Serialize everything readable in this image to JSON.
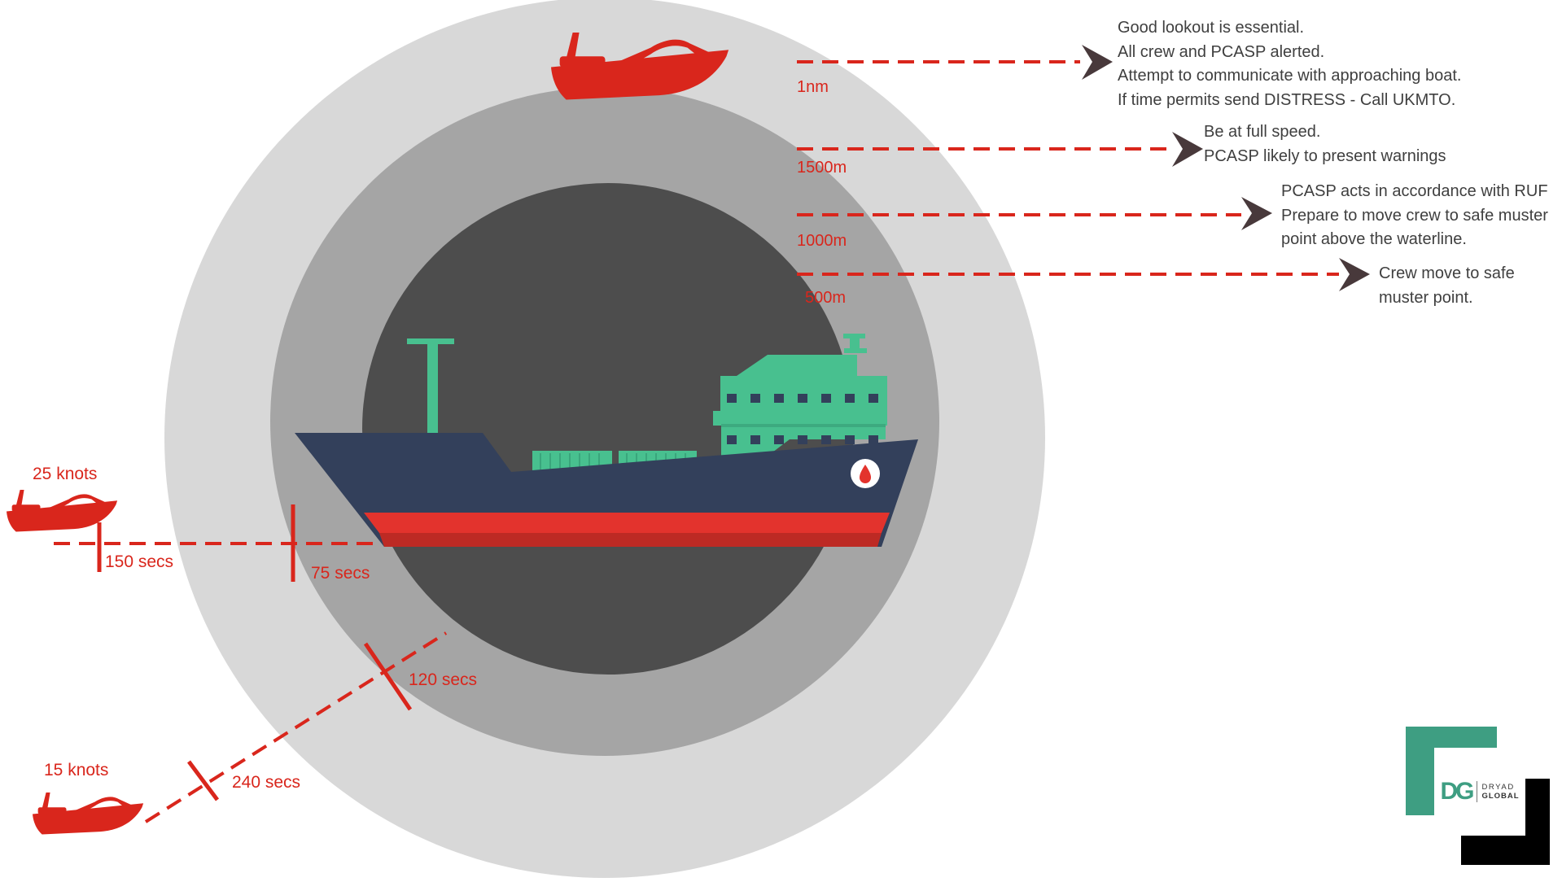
{
  "zones": {
    "nm1": "1nm",
    "m1500": "1500m",
    "m1000": "1000m",
    "m500": "500m"
  },
  "notes": {
    "nm1": [
      "Good lookout is essential.",
      "All crew and PCASP alerted.",
      "Attempt to communicate with approaching boat.",
      "If time permits send DISTRESS - Call UKMTO."
    ],
    "m1500": [
      "Be at full speed.",
      "PCASP likely to present warnings"
    ],
    "m1000": [
      "PCASP acts in accordance with RUF",
      "Prepare to move crew to safe muster",
      "point above the waterline."
    ],
    "m500": [
      "Crew move to safe",
      "muster point."
    ]
  },
  "speeds": {
    "fast": {
      "label": "25 knots",
      "t_outer": "150 secs",
      "t_inner": "75 secs"
    },
    "slow": {
      "label": "15 knots",
      "t_outer": "240 secs",
      "t_inner": "120 secs"
    }
  },
  "logo": {
    "mark": "DG",
    "line1": "DRYAD",
    "line2": "GLOBAL"
  },
  "colors": {
    "ring_outer": "#d8d8d8",
    "ring_middle": "#a5a5a5",
    "ring_inner": "#4d4d4d",
    "accent_red": "#d9261c",
    "ship_hull": "#33405b",
    "ship_green": "#48c08f",
    "logo_green": "#3e9e82",
    "text": "#3f3f3f"
  }
}
